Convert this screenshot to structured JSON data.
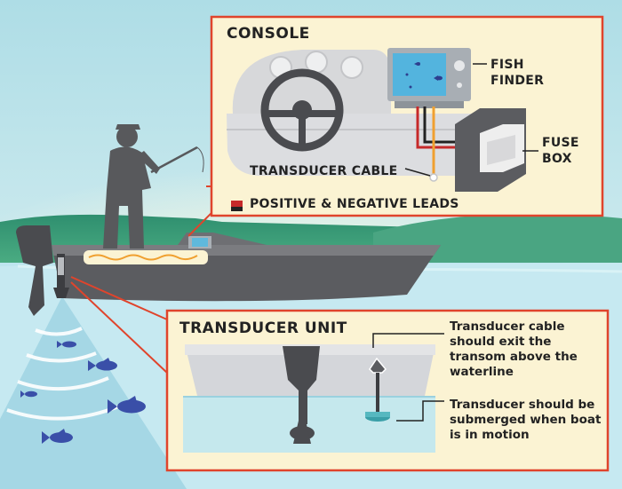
{
  "console": {
    "title": "CONSOLE",
    "fish_finder_line1": "FISH",
    "fish_finder_line2": "FINDER",
    "fuse_box_line1": "FUSE",
    "fuse_box_line2": "BOX",
    "transducer_cable": "TRANSDUCER CABLE",
    "legend": "POSITIVE & NEGATIVE LEADS"
  },
  "transducer_unit": {
    "title": "TRANSDUCER UNIT",
    "note_cable": "Transducer cable should exit the transom above the waterline",
    "note_submerged": "Transducer should be submerged when boat is in motion"
  },
  "colors": {
    "panel_fill": "#fbf3d3",
    "panel_border": "#e0442c",
    "positive_lead": "#c62a2a",
    "negative_lead": "#222222",
    "transducer_cable": "#f0a030",
    "water": "#bfe7ef",
    "sky": "#cdebf0",
    "hills": "#3e9f7d",
    "boat_hull": "#555659",
    "fish": "#3a4fa8"
  }
}
